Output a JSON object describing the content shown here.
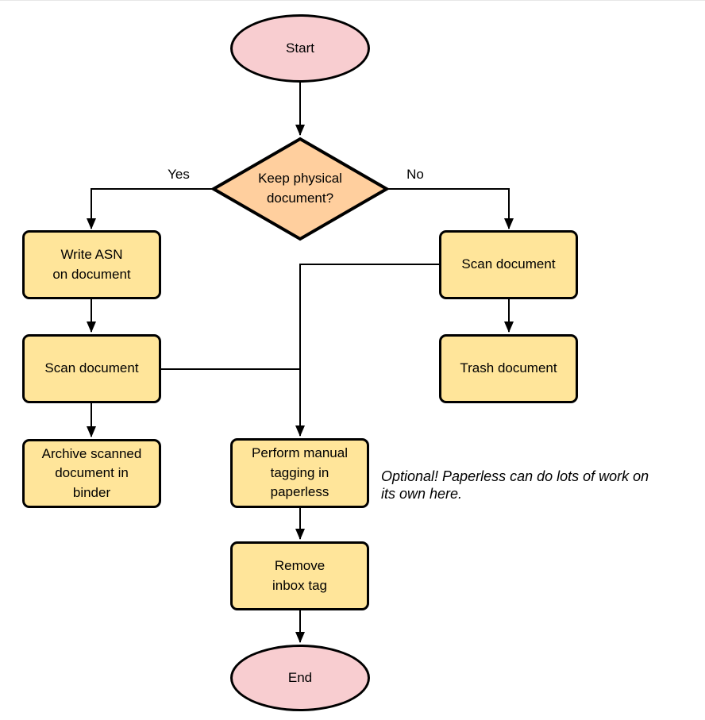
{
  "diagram": {
    "nodes": {
      "start": {
        "label": "Start",
        "type": "terminator"
      },
      "decision": {
        "label": "Keep physical\ndocument?",
        "type": "decision"
      },
      "write_asn": {
        "label": "Write ASN\non document",
        "type": "process"
      },
      "scan_left": {
        "label": "Scan document",
        "type": "process"
      },
      "archive": {
        "label": "Archive scanned\ndocument in\nbinder",
        "type": "process"
      },
      "scan_right": {
        "label": "Scan document",
        "type": "process"
      },
      "trash": {
        "label": "Trash document",
        "type": "process"
      },
      "tagging": {
        "label": "Perform manual\ntagging in\npaperless",
        "type": "process"
      },
      "remove": {
        "label": "Remove\ninbox tag",
        "type": "process"
      },
      "end": {
        "label": "End",
        "type": "terminator"
      }
    },
    "edge_labels": {
      "yes": "Yes",
      "no": "No"
    },
    "note": "Optional! Paperless can do lots of work on\nits own here.",
    "colors": {
      "terminator_fill": "#f8cdd0",
      "process_fill": "#ffe59a",
      "decision_fill": "#ffcf9e",
      "stroke": "#000000"
    }
  }
}
